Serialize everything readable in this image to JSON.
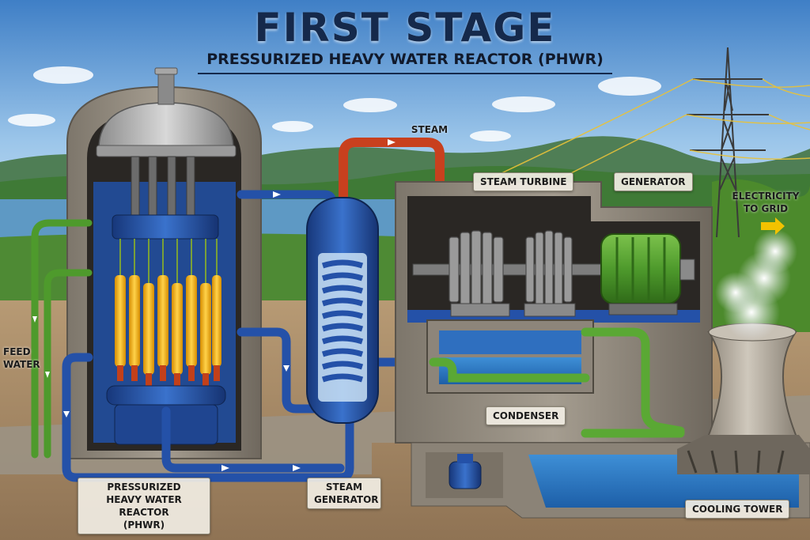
{
  "header": {
    "title": "FIRST STAGE",
    "subtitle": "PRESSURIZED HEAVY WATER REACTOR (PHWR)"
  },
  "labels": {
    "steam": "STEAM",
    "steam_turbine": "STEAM TURBINE",
    "generator": "GENERATOR",
    "electricity_line1": "ELECTRICITY",
    "electricity_line2": "TO GRID",
    "feed_line1": "FEED",
    "feed_line2": "WATER",
    "reactor_line1": "PRESSURIZED",
    "reactor_line2": "HEAVY WATER REACTOR",
    "reactor_line3": "(PHWR)",
    "steam_gen_line1": "STEAM",
    "steam_gen_line2": "GENERATOR",
    "condenser": "CONDENSER",
    "cooling_tower": "COOLING TOWER"
  },
  "colors": {
    "title": "#15294b",
    "steam_pipe": "#c8401e",
    "coolant_pipe": "#2451a8",
    "feed_pipe": "#5aa834",
    "fuel_rod": "#f2b418",
    "concrete": "#8c8478",
    "water": "#2f7dc4",
    "arrow": "#f2c200"
  }
}
